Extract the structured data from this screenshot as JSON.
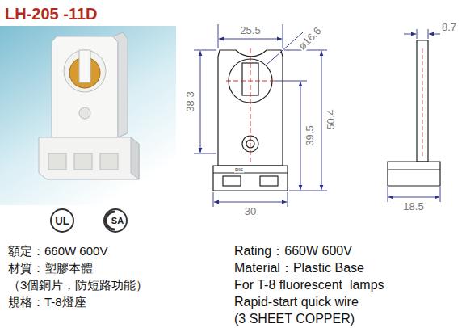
{
  "diagram": {
    "title": "LH-205 -11D",
    "nodes": [
      {
        "text": [
          "UL"
        ]
      },
      {
        "text": [
          "SA"
        ]
      }
    ],
    "labels": [
      "25.5",
      "ø16.6",
      "8.7",
      "38.3",
      "39.5",
      "50.4",
      "DIS",
      "30",
      "18.5",
      "額定：660W 600V",
      "材質：塑膠本體",
      "（3個銅片，防短路功能）",
      "規格：T-8燈座",
      "Rating：660W 600V",
      "Material：Plastic Base",
      "For T-8 fluorescent  lamps",
      "Rapid-start quick wire",
      "(3 SHEET COPPER)"
    ]
  }
}
